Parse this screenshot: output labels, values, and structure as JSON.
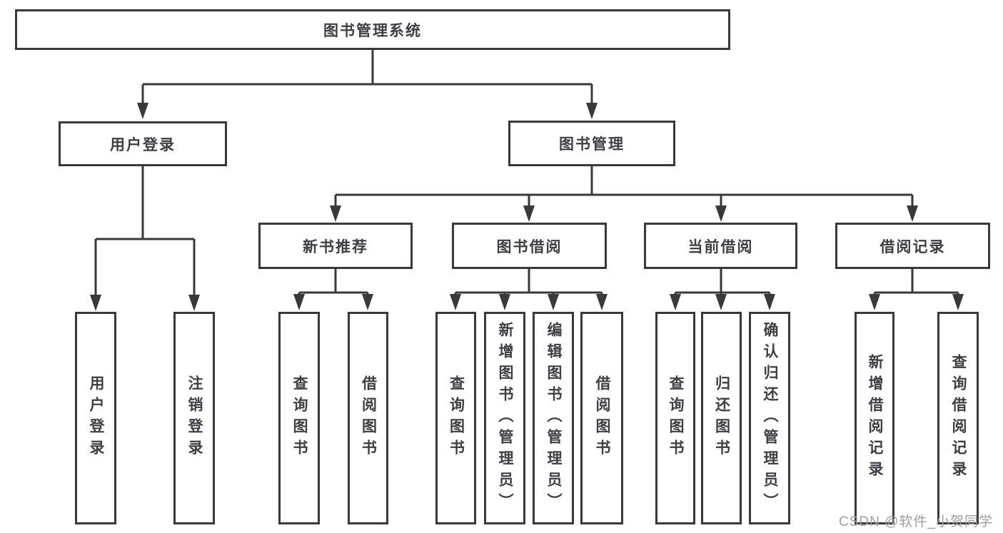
{
  "diagram": {
    "root": {
      "label": "图书管理系统"
    },
    "level2": [
      {
        "id": "user-login",
        "label": "用户登录"
      },
      {
        "id": "book-management",
        "label": "图书管理"
      }
    ],
    "level3": [
      {
        "id": "new-book-recommend",
        "label": "新书推荐"
      },
      {
        "id": "book-borrow",
        "label": "图书借阅"
      },
      {
        "id": "current-borrow",
        "label": "当前借阅"
      },
      {
        "id": "borrow-records",
        "label": "借阅记录"
      }
    ],
    "leaves": {
      "user_login": [
        "用户登录",
        "注销登录"
      ],
      "new_books": [
        "查询图书",
        "借阅图书"
      ],
      "book_borrow": [
        "查询图书",
        "新增图书（管理员）",
        "编辑图书（管理员）",
        "借阅图书"
      ],
      "current_borrow": [
        "查询图书",
        "归还图书",
        "确认归还（管理员）"
      ],
      "borrow_records": [
        "新增借阅记录",
        "查询借阅记录"
      ]
    }
  },
  "watermark": {
    "text": "CSDN @软件_小贺同学"
  },
  "colors": {
    "line": "#39393b",
    "text": "#3e3e44",
    "box_bg": "#ffffff",
    "watermark": "#9e9e9e"
  }
}
